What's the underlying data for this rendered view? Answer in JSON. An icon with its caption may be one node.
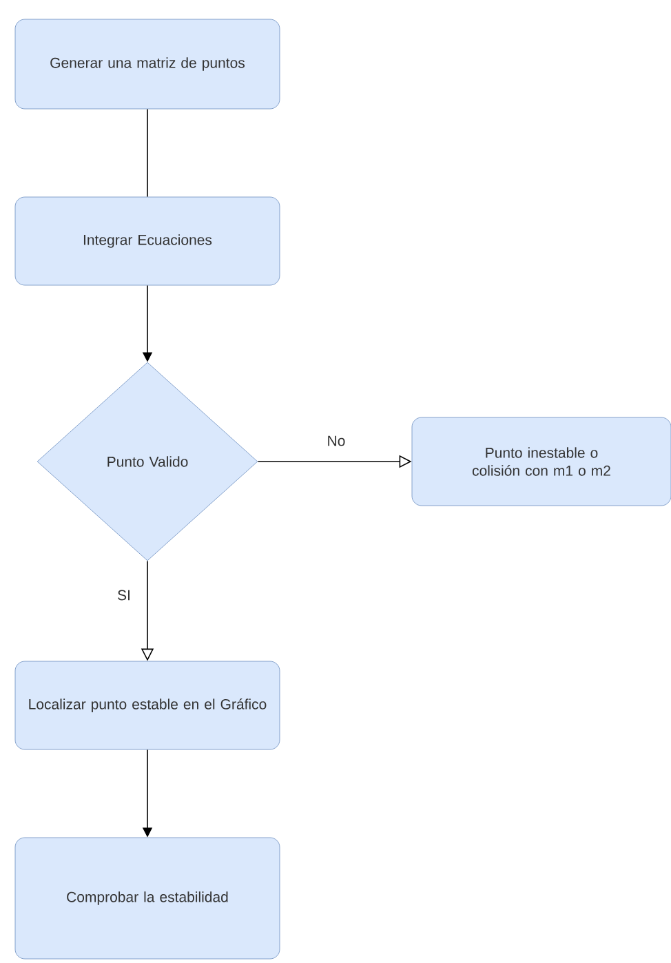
{
  "diagram": {
    "nodes": [
      {
        "text": [
          "Generar una matriz de puntos"
        ]
      },
      {
        "text": [
          "Integrar Ecuaciones"
        ]
      },
      {
        "text": [
          "Punto Valido"
        ]
      },
      {
        "text": [
          "Punto inestable o colisión con m1 o m2"
        ]
      },
      {
        "text": [
          "Localizar punto estable en el Gráfico"
        ]
      },
      {
        "text": [
          "Comprobar la estabilidad"
        ]
      }
    ],
    "edges": [
      {
        "from": 0,
        "to": 1,
        "arrow": "none"
      },
      {
        "from": 1,
        "to": 2,
        "arrow": "to"
      },
      {
        "from": 2,
        "to": 3,
        "label": "No",
        "arrow": "to"
      },
      {
        "from": 2,
        "to": 4,
        "label": "SI",
        "arrow": "to"
      },
      {
        "from": 4,
        "to": 5,
        "arrow": "to"
      }
    ]
  }
}
